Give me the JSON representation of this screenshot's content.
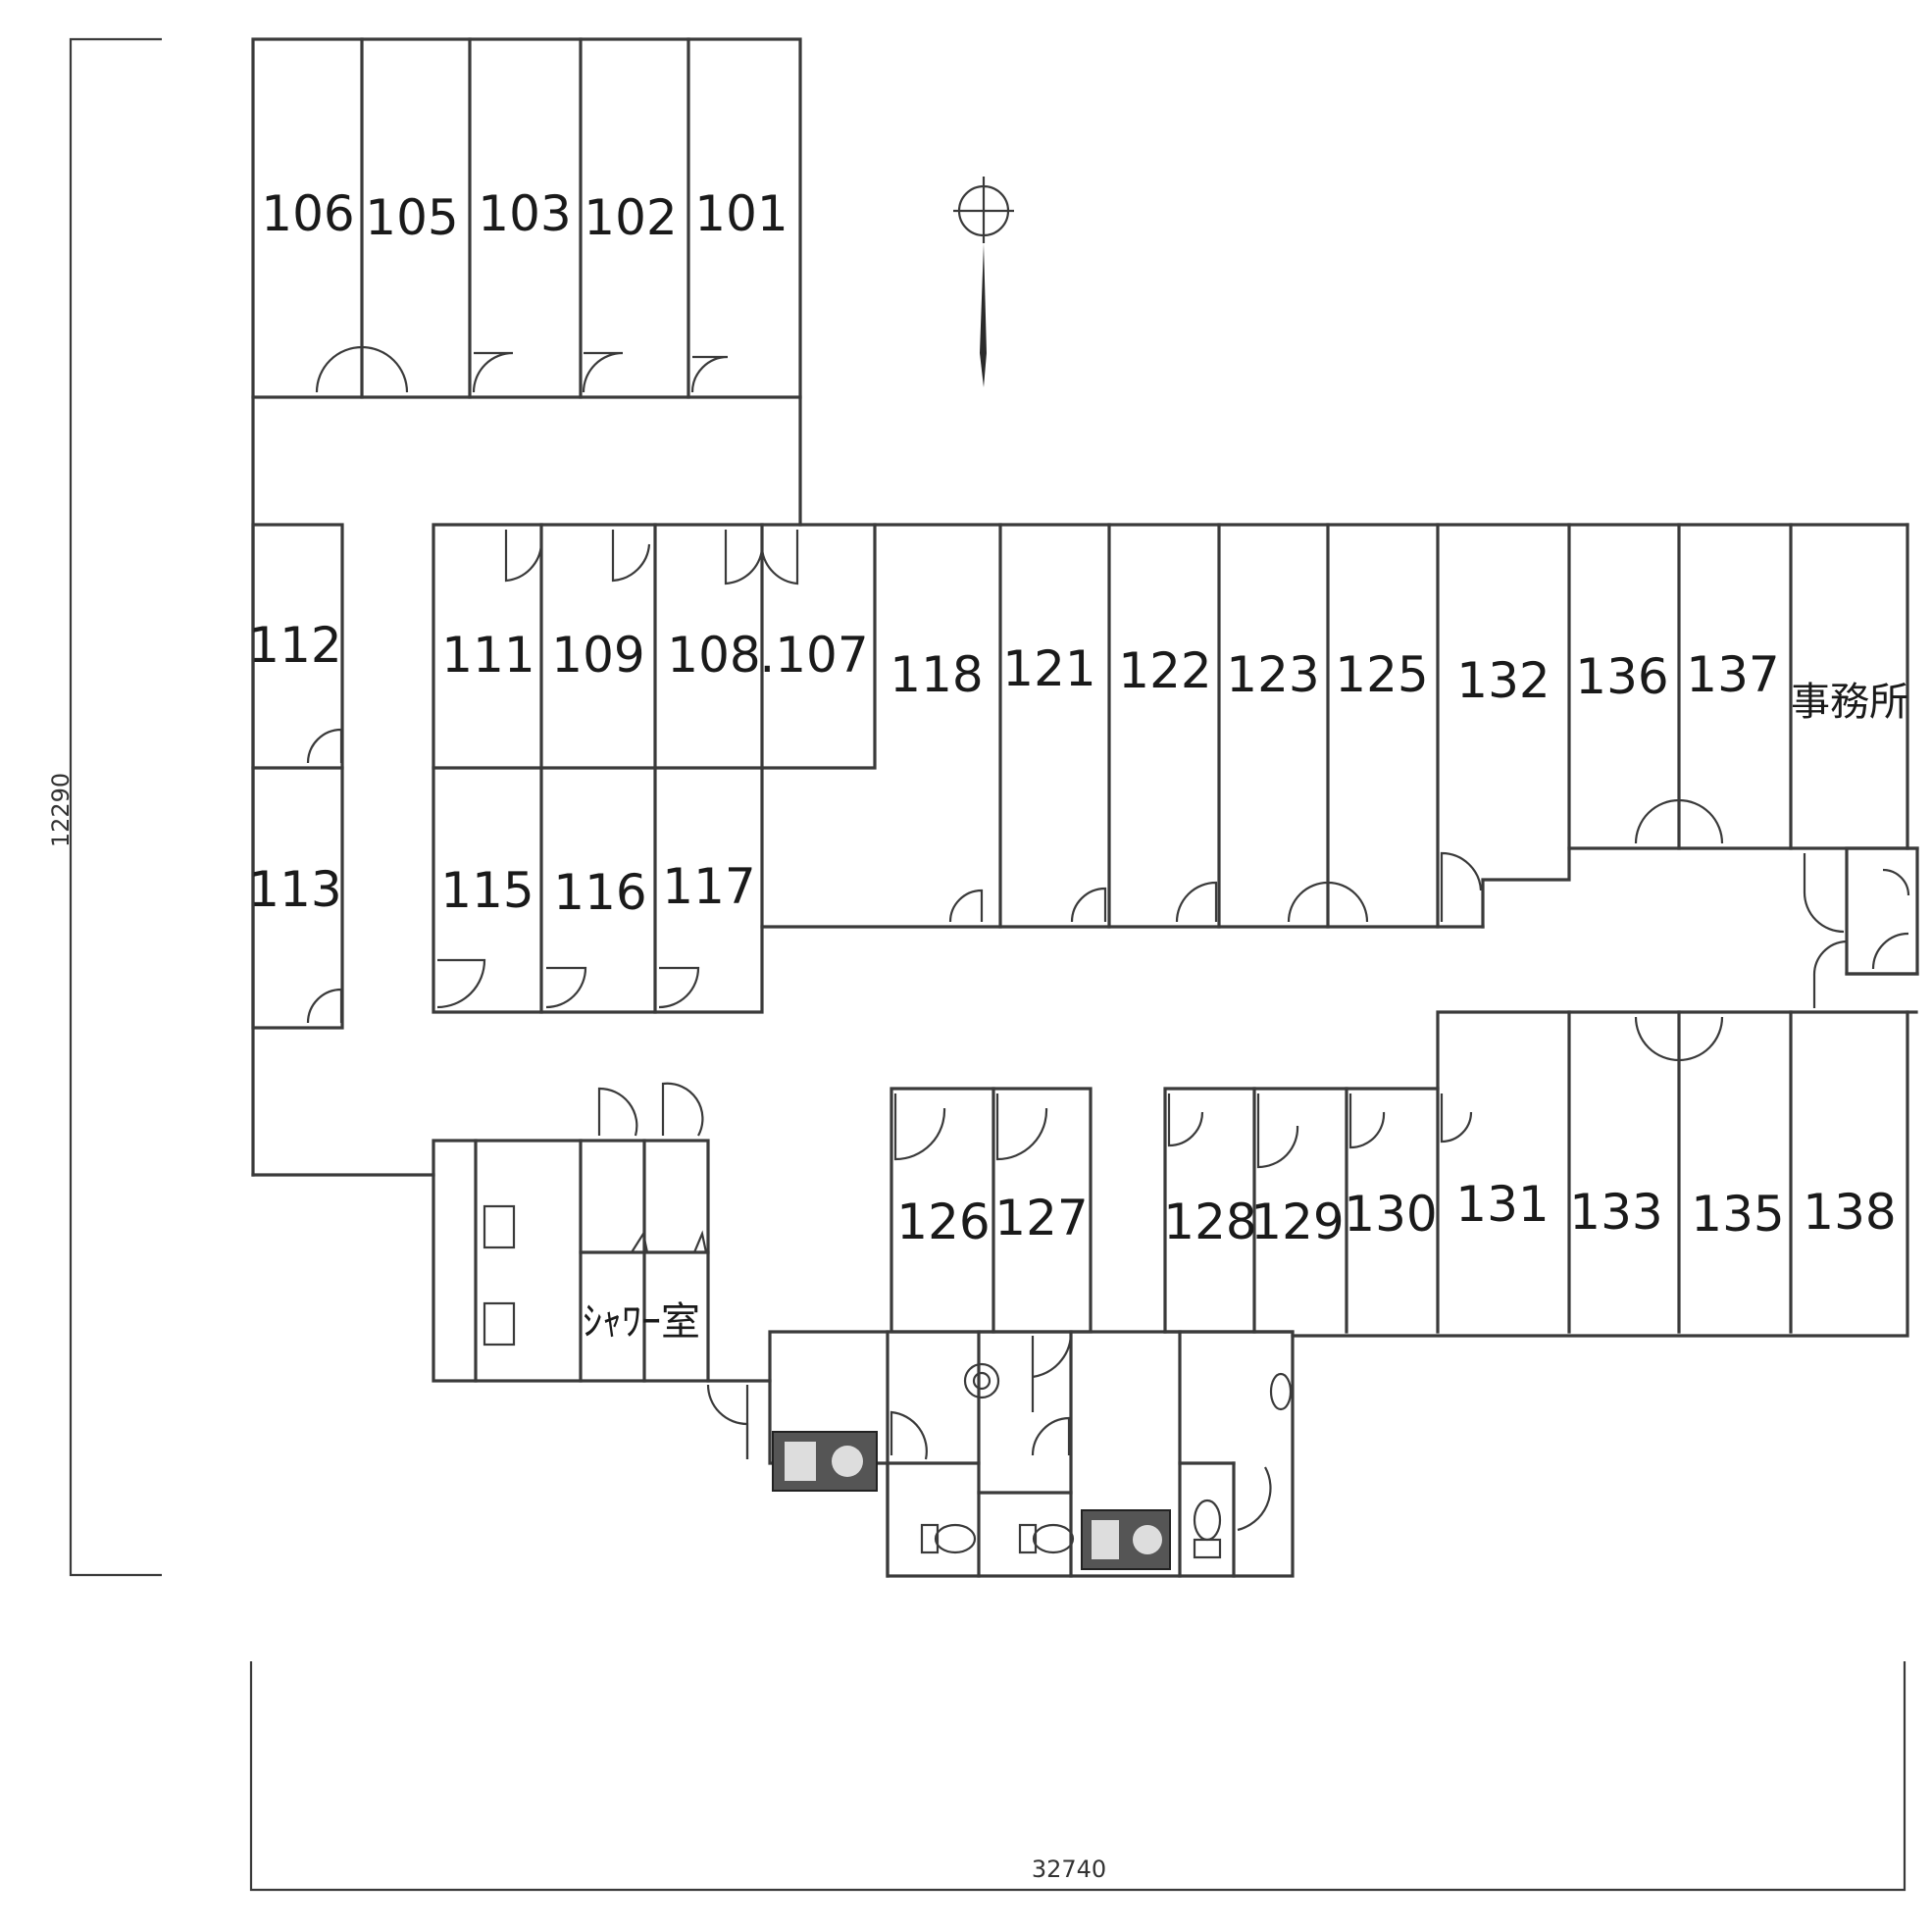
{
  "rooms": {
    "r106": "106",
    "r105": "105",
    "r103": "103",
    "r102": "102",
    "r101": "101",
    "r112": "112",
    "r113": "113",
    "r111": "111",
    "r109": "109",
    "r108": "108",
    "r107": ".107",
    "r115": "115",
    "r116": "116",
    "r117": "117",
    "r118": "118",
    "r121": "121",
    "r122": "122",
    "r123": "123",
    "r125": "125",
    "r132": "132",
    "r136": "136",
    "r137": "137",
    "office": "事務所",
    "r126": "126",
    "r127": "127",
    "r128": "128",
    "r129": "129",
    "r130": "130",
    "r131": "131",
    "r133": "133",
    "r135": "135",
    "r138": "138",
    "shower": "ｼｬﾜｰ室"
  },
  "dimensions": {
    "height": "12290",
    "width": "32740"
  },
  "icons": [
    "north-arrow-icon",
    "toilet-icon",
    "sink-icon",
    "washing-machine-icon",
    "gas-icon",
    "door-swing-icon"
  ]
}
